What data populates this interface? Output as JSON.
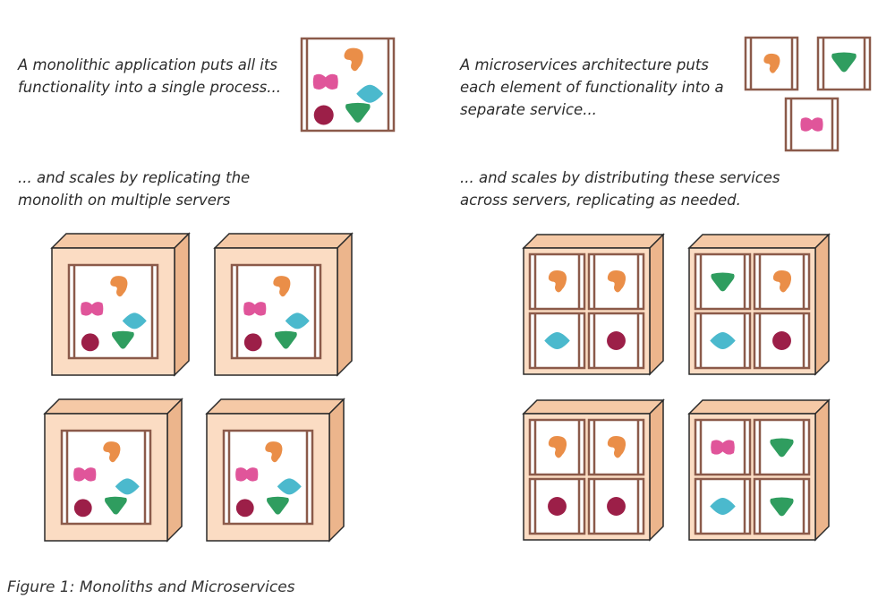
{
  "monolith": {
    "intro_lines": [
      "A monolithic application puts all its",
      "functionality into a single process..."
    ],
    "scale_lines": [
      "... and scales by replicating the",
      "monolith on multiple servers"
    ]
  },
  "microservices": {
    "intro_lines": [
      "A microservices architecture puts",
      "each element of functionality into a",
      "separate service..."
    ],
    "scale_lines": [
      "... and scales by distributing these services",
      "across servers, replicating as needed."
    ]
  },
  "caption": "Figure 1: Monoliths and Microservices",
  "colors": {
    "frame": "#8b5a4a",
    "server_fill": "#fbdcc3",
    "server_top": "#f5c9a6",
    "server_side": "#ecb58c",
    "pink": "#e0559a",
    "orange": "#ea8e48",
    "teal": "#4bb9cd",
    "maroon": "#9c1f48",
    "green": "#2f9d5f"
  },
  "monolith_components": [
    "pink-blob",
    "orange-blob",
    "teal-diamond",
    "maroon-circle",
    "green-triangle"
  ],
  "microservice_servers": [
    [
      "orange-blob",
      "orange-blob",
      "teal-diamond",
      "maroon-circle"
    ],
    [
      "green-triangle",
      "orange-blob",
      "teal-diamond",
      "maroon-circle"
    ],
    [
      "orange-blob",
      "orange-blob",
      "maroon-circle",
      "maroon-circle"
    ],
    [
      "pink-blob",
      "green-triangle",
      "teal-diamond",
      "green-triangle"
    ]
  ]
}
